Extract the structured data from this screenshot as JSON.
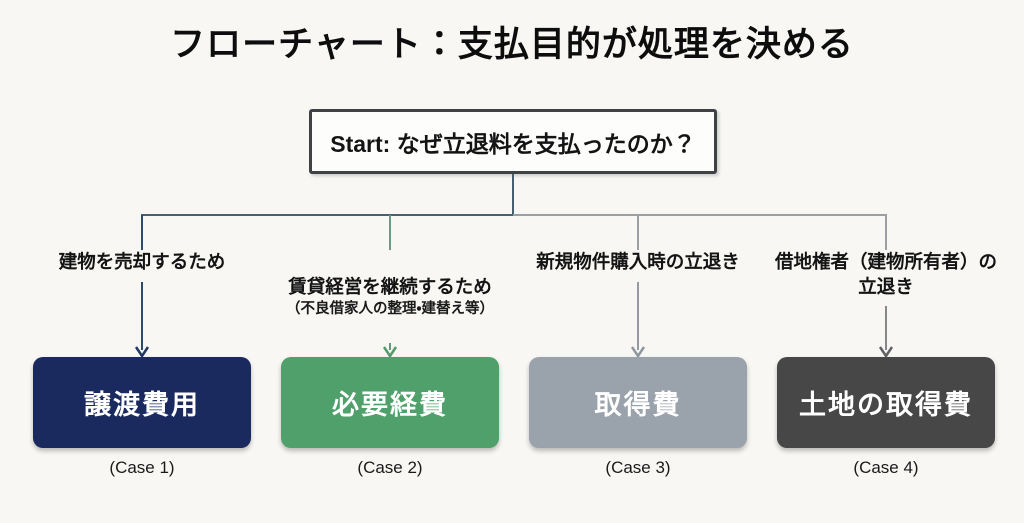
{
  "title": "フローチャート：支払目的が処理を決める",
  "start_node": {
    "label": "Start: なぜ立退料を支払ったのか？"
  },
  "branches": [
    {
      "condition": "建物を売却するため",
      "condition_note": "",
      "result": "譲渡費用",
      "case_label": "(Case 1)",
      "box_color": "#1b2a5e",
      "line_color": "#2e4b68",
      "arrow_color": "#1f3864"
    },
    {
      "condition": "賃貸経営を継続するため",
      "condition_note": "（不良借家人の整理・建替え等）",
      "result": "必要経費",
      "case_label": "(Case 2)",
      "box_color": "#4fa06b",
      "line_color": "#6d9886",
      "arrow_color": "#4f9d6b"
    },
    {
      "condition": "新規物件購入時の立退き",
      "condition_note": "",
      "result": "取得費",
      "case_label": "(Case 3)",
      "box_color": "#9aa2ac",
      "line_color": "#949ba3",
      "arrow_color": "#8f979f"
    },
    {
      "condition": "借地権者（建物所有者）の\n立退き",
      "condition_note": "",
      "result": "土地の取得費",
      "case_label": "(Case 4)",
      "box_color": "#474747",
      "line_color": "#84888c",
      "arrow_color": "#5f6164"
    }
  ],
  "colors": {
    "background": "#f8f7f4",
    "connector_dark": "#47606f",
    "connector_gray": "#98a0a6",
    "start_border": "#3f4245"
  }
}
